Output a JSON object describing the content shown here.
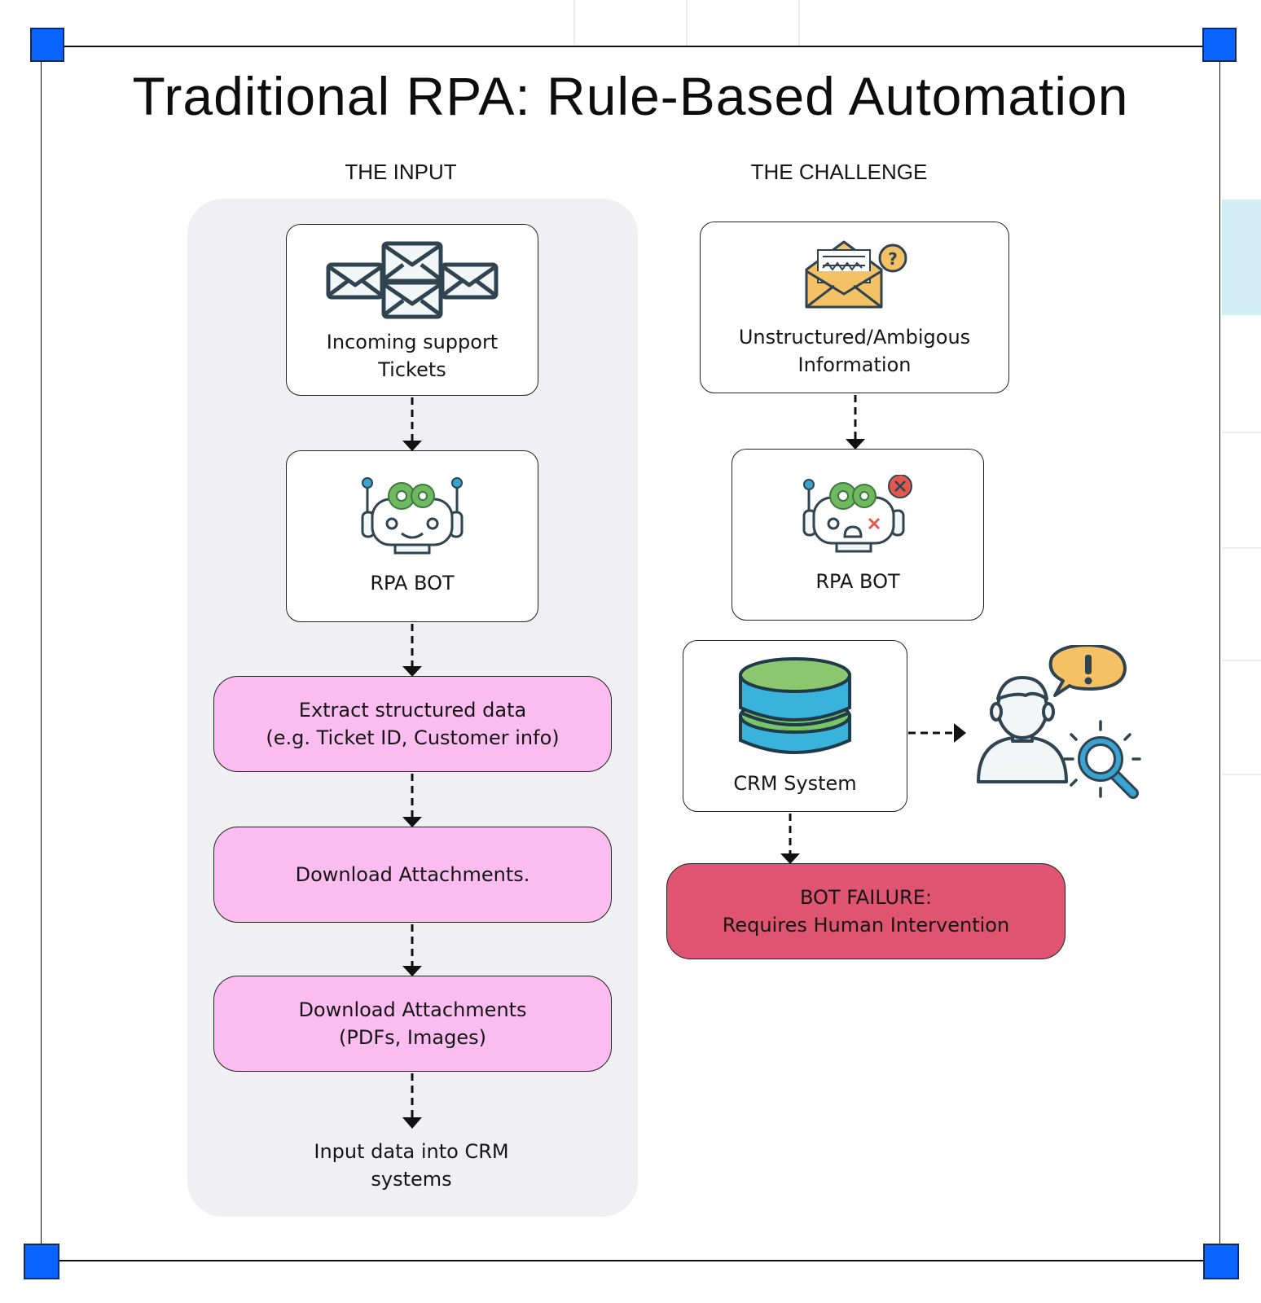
{
  "title": "Traditional RPA: Rule-Based Automation",
  "columns": {
    "input": {
      "header": "THE INPUT",
      "nodes": [
        {
          "id": "incoming-tickets",
          "label": "Incoming support\nTickets",
          "icon": "envelopes-icon"
        },
        {
          "id": "rpa-bot",
          "label": "RPA BOT",
          "icon": "happy-robot-icon"
        },
        {
          "id": "extract-data",
          "label": "Extract structured data\n(e.g. Ticket ID, Customer info)"
        },
        {
          "id": "download-attachments",
          "label": "Download Attachments."
        },
        {
          "id": "download-attachments-types",
          "label": "Download Attachments\n(PDFs, Images)"
        }
      ],
      "end_label": "Input data into CRM\nsystems"
    },
    "challenge": {
      "header": "THE CHALLENGE",
      "nodes": [
        {
          "id": "unstructured-info",
          "label": "Unstructured/Ambigous\nInformation",
          "icon": "confusing-email-icon"
        },
        {
          "id": "rpa-bot-failed",
          "label": "RPA BOT",
          "icon": "broken-robot-icon"
        },
        {
          "id": "crm-system",
          "label": "CRM System",
          "icon": "database-icon"
        },
        {
          "id": "bot-failure",
          "label": "BOT FAILURE:\nRequires Human Intervention"
        }
      ],
      "side_icon": "human-investigator-icon"
    }
  },
  "edges": [
    {
      "from": "incoming-tickets",
      "to": "rpa-bot",
      "style": "dashed"
    },
    {
      "from": "rpa-bot",
      "to": "extract-data",
      "style": "dashed"
    },
    {
      "from": "extract-data",
      "to": "download-attachments",
      "style": "dashed"
    },
    {
      "from": "download-attachments",
      "to": "download-attachments-types",
      "style": "dashed"
    },
    {
      "from": "download-attachments-types",
      "to": "input-crm",
      "style": "dashed"
    },
    {
      "from": "unstructured-info",
      "to": "rpa-bot-failed",
      "style": "dashed"
    },
    {
      "from": "crm-system",
      "to": "human-investigator",
      "style": "dashed"
    },
    {
      "from": "crm-system",
      "to": "bot-failure",
      "style": "dashed"
    }
  ],
  "colors": {
    "handle": "#0a64ff",
    "panel": "#f0f0f2",
    "process": "#fbbcef",
    "failure": "#df5470",
    "icon_stroke": "#2f4450",
    "gear_green": "#6fb760",
    "accent_blue": "#3aa3d0",
    "warn_yellow": "#f4c165",
    "error_red": "#e3574d"
  }
}
